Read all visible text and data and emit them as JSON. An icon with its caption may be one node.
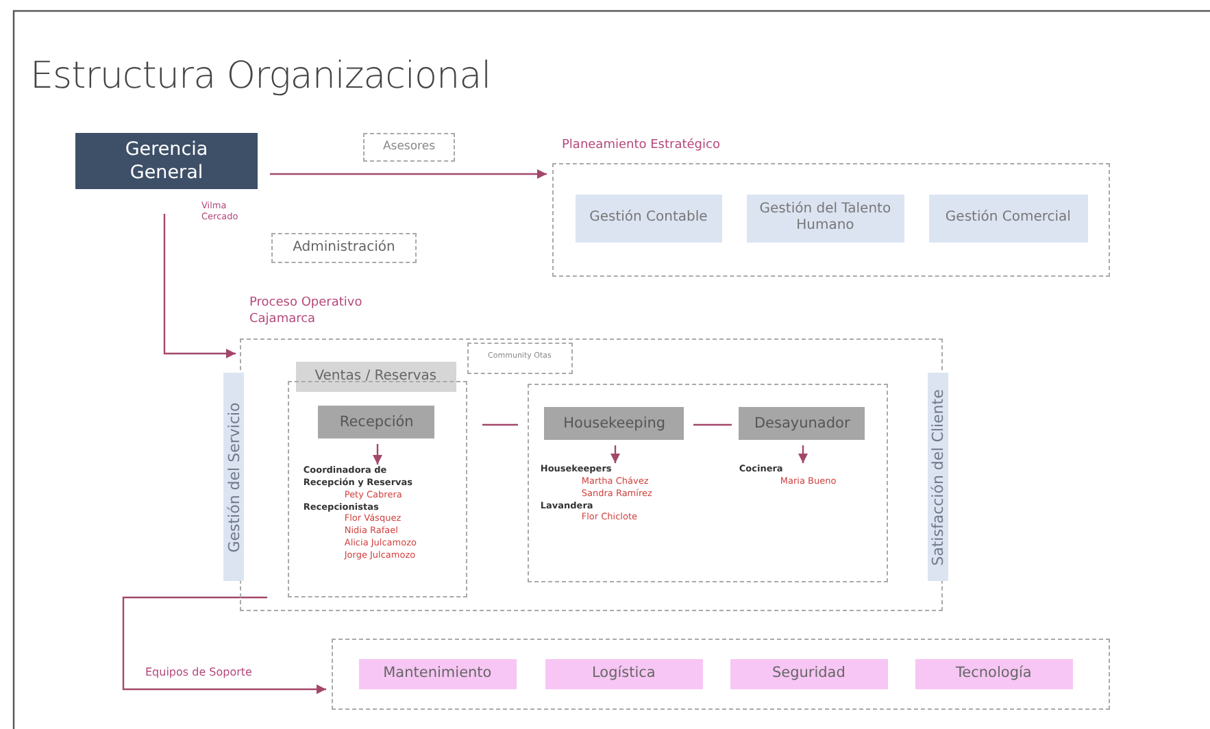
{
  "diagram": {
    "title": "Estructura Organizacional",
    "nodes": [
      {
        "text": [
          "Gerencia General"
        ]
      },
      {
        "text": [
          "Asesores"
        ]
      },
      {
        "text": [
          "Planeamiento Estratégico"
        ]
      },
      {
        "text": [
          "Gestión Contable"
        ],
        "in": 2
      },
      {
        "text": [
          "Gestión del Talento Humano"
        ],
        "in": 2
      },
      {
        "text": [
          "Gestión Comercial"
        ],
        "in": 2
      },
      {
        "text": [
          "Administración"
        ]
      },
      {
        "text": [
          "Proceso Operativo",
          "Cajamarca"
        ]
      },
      {
        "text": [
          "Gestión del Servicio"
        ]
      },
      {
        "text": [
          "Community Otas"
        ],
        "in": 7
      },
      {
        "text": [
          "Ventas / Reservas"
        ],
        "in": 7
      },
      {
        "text": [],
        "shape": "box",
        "in": 7
      },
      {
        "text": [
          "Recepción"
        ],
        "in": 11
      },
      {
        "text": [
          "Coordinadora de Recepción y Reservas",
          "Pety Cabrera",
          "Recepcionistas",
          "Flor Vásquez",
          "Nidia Rafael",
          "Alicia Julcamozo",
          "Jorge Julcamozo"
        ],
        "in": 11
      },
      {
        "text": [],
        "shape": "box",
        "in": 7
      },
      {
        "text": [
          "Housekeeping"
        ],
        "in": 14
      },
      {
        "text": [
          "Desayunador"
        ],
        "in": 14
      },
      {
        "text": [
          "Housekeepers",
          "Martha Chávez",
          "Sandra Ramírez",
          "Lavandera",
          "Flor Chiclote"
        ],
        "in": 14
      },
      {
        "text": [
          "Cocinera",
          "Maria Bueno"
        ],
        "in": 14
      },
      {
        "text": [
          "Satisfacción del Cliente"
        ]
      },
      {
        "text": [],
        "shape": "box"
      },
      {
        "text": [
          "Mantenimiento"
        ],
        "in": 20
      },
      {
        "text": [
          "Logística"
        ],
        "in": 20
      },
      {
        "text": [
          "Seguridad"
        ],
        "in": 20
      },
      {
        "text": [
          "Tecnología"
        ],
        "in": 20
      }
    ],
    "edges": [
      {
        "from": 0,
        "to": 2,
        "arrow": "to"
      },
      {
        "from": 0,
        "to": 7,
        "arrow": "to",
        "label": "Vilma Cercado"
      },
      {
        "from": 12,
        "to": 13,
        "arrow": "to"
      },
      {
        "from": 11,
        "to": 14,
        "arrow": "none"
      },
      {
        "from": 15,
        "to": 16,
        "arrow": "none"
      },
      {
        "from": 15,
        "to": 17,
        "arrow": "to"
      },
      {
        "from": 16,
        "to": 18,
        "arrow": "to"
      },
      {
        "from": 7,
        "to": 20,
        "arrow": "to",
        "label": "Equipos de Soporte"
      }
    ]
  }
}
